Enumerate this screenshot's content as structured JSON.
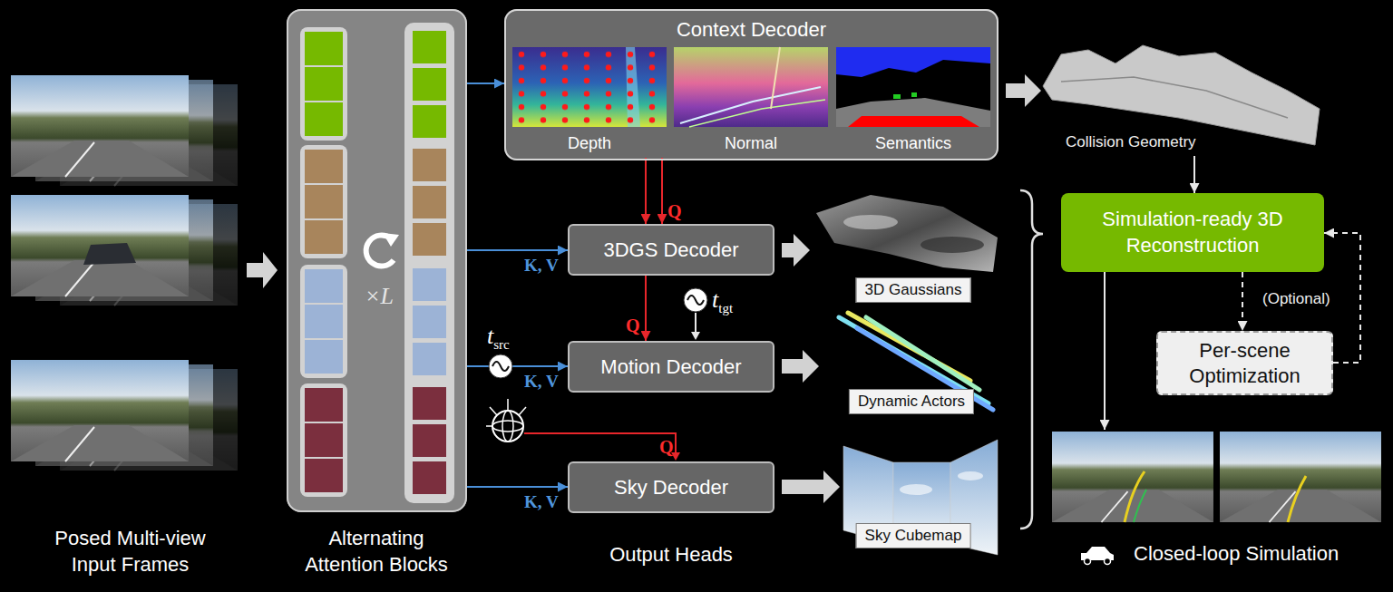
{
  "diagram": {
    "nodes": [
      {
        "text": [
          "×L"
        ]
      },
      {
        "text": [
          "Context Decoder"
        ]
      },
      {
        "text": [
          "Depth"
        ],
        "in": 1
      },
      {
        "text": [
          "Normal"
        ],
        "in": 1
      },
      {
        "text": [
          "Semantics"
        ],
        "in": 1
      },
      {
        "text": [
          "3DGS Decoder"
        ]
      },
      {
        "text": [
          "Motion Decoder"
        ]
      },
      {
        "text": [
          "Sky Decoder"
        ]
      },
      {
        "text": [
          "3D Gaussians"
        ]
      },
      {
        "text": [
          "Dynamic Actors"
        ]
      },
      {
        "text": [
          "Sky Cubemap"
        ]
      },
      {
        "text": [
          "Collision Geometry"
        ]
      },
      {
        "text": [
          "Simulation-ready 3D Reconstruction"
        ]
      },
      {
        "text": [
          "Per-scene Optimization"
        ]
      },
      {
        "text": [
          "Closed-loop Simulation"
        ]
      }
    ],
    "edges": [
      {
        "from": 0,
        "to": 1,
        "arrow": "to"
      },
      {
        "from": 0,
        "to": 5,
        "arrow": "to",
        "label": "K, V"
      },
      {
        "from": 0,
        "to": 6,
        "arrow": "to",
        "label": "K, V"
      },
      {
        "from": 0,
        "to": 7,
        "arrow": "to",
        "label": "K, V"
      },
      {
        "from": 2,
        "to": 5,
        "arrow": "to"
      },
      {
        "from": 2,
        "to": 5,
        "arrow": "to",
        "label": "Q"
      },
      {
        "from": 5,
        "to": 6,
        "arrow": "to",
        "label": "Q"
      },
      {
        "from": 1,
        "to": 11,
        "arrow": "to"
      },
      {
        "from": 5,
        "to": 8,
        "arrow": "to"
      },
      {
        "from": 6,
        "to": 9,
        "arrow": "to"
      },
      {
        "from": 7,
        "to": 10,
        "arrow": "to"
      },
      {
        "from": 11,
        "to": 12,
        "arrow": "to"
      },
      {
        "from": 12,
        "to": 13,
        "arrow": "to",
        "label": "(Optional)"
      },
      {
        "from": 13,
        "to": 12,
        "arrow": "to"
      },
      {
        "from": 12,
        "to": 14,
        "arrow": "to"
      }
    ],
    "labels": [
      "Posed Multi-view Input Frames",
      "Alternating Attention Blocks",
      "Output Heads",
      "Q",
      "tsrc",
      "ttgt"
    ]
  }
}
